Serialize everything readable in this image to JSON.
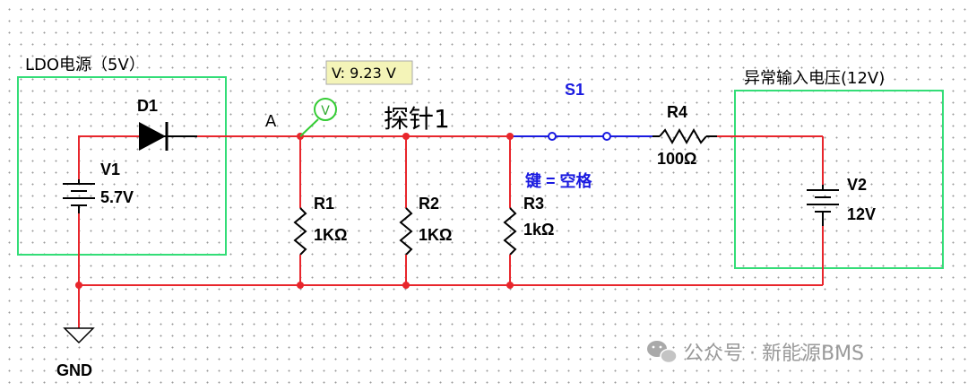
{
  "ldo_box_label": "LDO电源（5V）",
  "abnormal_box_label": "异常输入电压(12V)",
  "diode": {
    "ref": "D1"
  },
  "v1": {
    "ref": "V1",
    "value": "5.7V"
  },
  "v2": {
    "ref": "V2",
    "value": "12V"
  },
  "node_label": "A",
  "probe": {
    "reading": "V: 9.23 V",
    "label": "探针1",
    "symbol": "V"
  },
  "resistors": [
    {
      "ref": "R1",
      "value": "1KΩ"
    },
    {
      "ref": "R2",
      "value": "1KΩ"
    },
    {
      "ref": "R3",
      "value": "1kΩ"
    },
    {
      "ref": "R4",
      "value": "100Ω"
    }
  ],
  "switch": {
    "ref": "S1",
    "key_hint": "键 = 空格"
  },
  "ground_label": "GND",
  "watermark": "公众号 · 新能源BMS",
  "colors": {
    "wire": "#e8262c",
    "box": "#33dd77",
    "switch": "#1a1ae0",
    "probe_bg": "#f4f4b8"
  }
}
